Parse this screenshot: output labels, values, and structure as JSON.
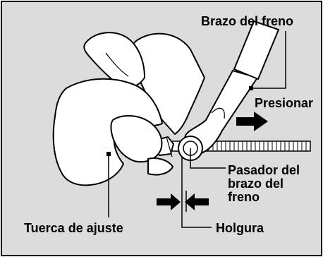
{
  "labels": {
    "brake_arm": "Brazo del freno",
    "push": "Presionar",
    "brake_arm_pin": "Pasador del\nbrazo del\nfreno",
    "adjusting_nut": "Tuerca de ajuste",
    "free_play": "Holgura"
  },
  "colors": {
    "background": "#dcdcdc",
    "frame": "#000000",
    "line": "#000000",
    "fill": "#ffffff"
  }
}
